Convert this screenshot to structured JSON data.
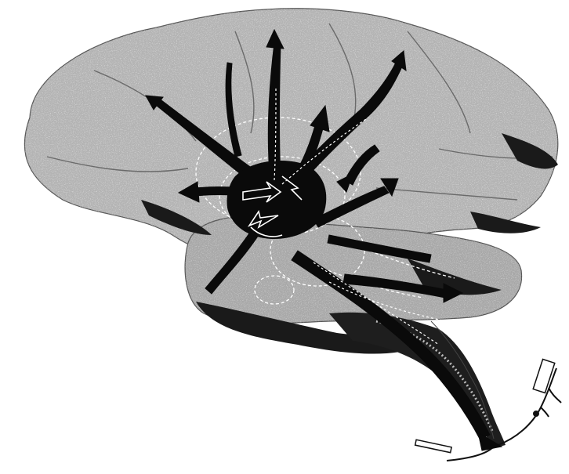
{
  "figure": {
    "background": "#ffffff",
    "cortex_color": "#b3b3b3",
    "cortex_light": "#d6d6d6",
    "shadow_color": "#1a1a1a",
    "arrow_color": "#0a0a0a",
    "arrow_outline_color": "#ffffff",
    "dashed_line_color": "#ffffff",
    "icons": [
      "brain-illustration",
      "pathway-arrows",
      "brainstem",
      "spinal-nerve",
      "scale-bar"
    ]
  }
}
